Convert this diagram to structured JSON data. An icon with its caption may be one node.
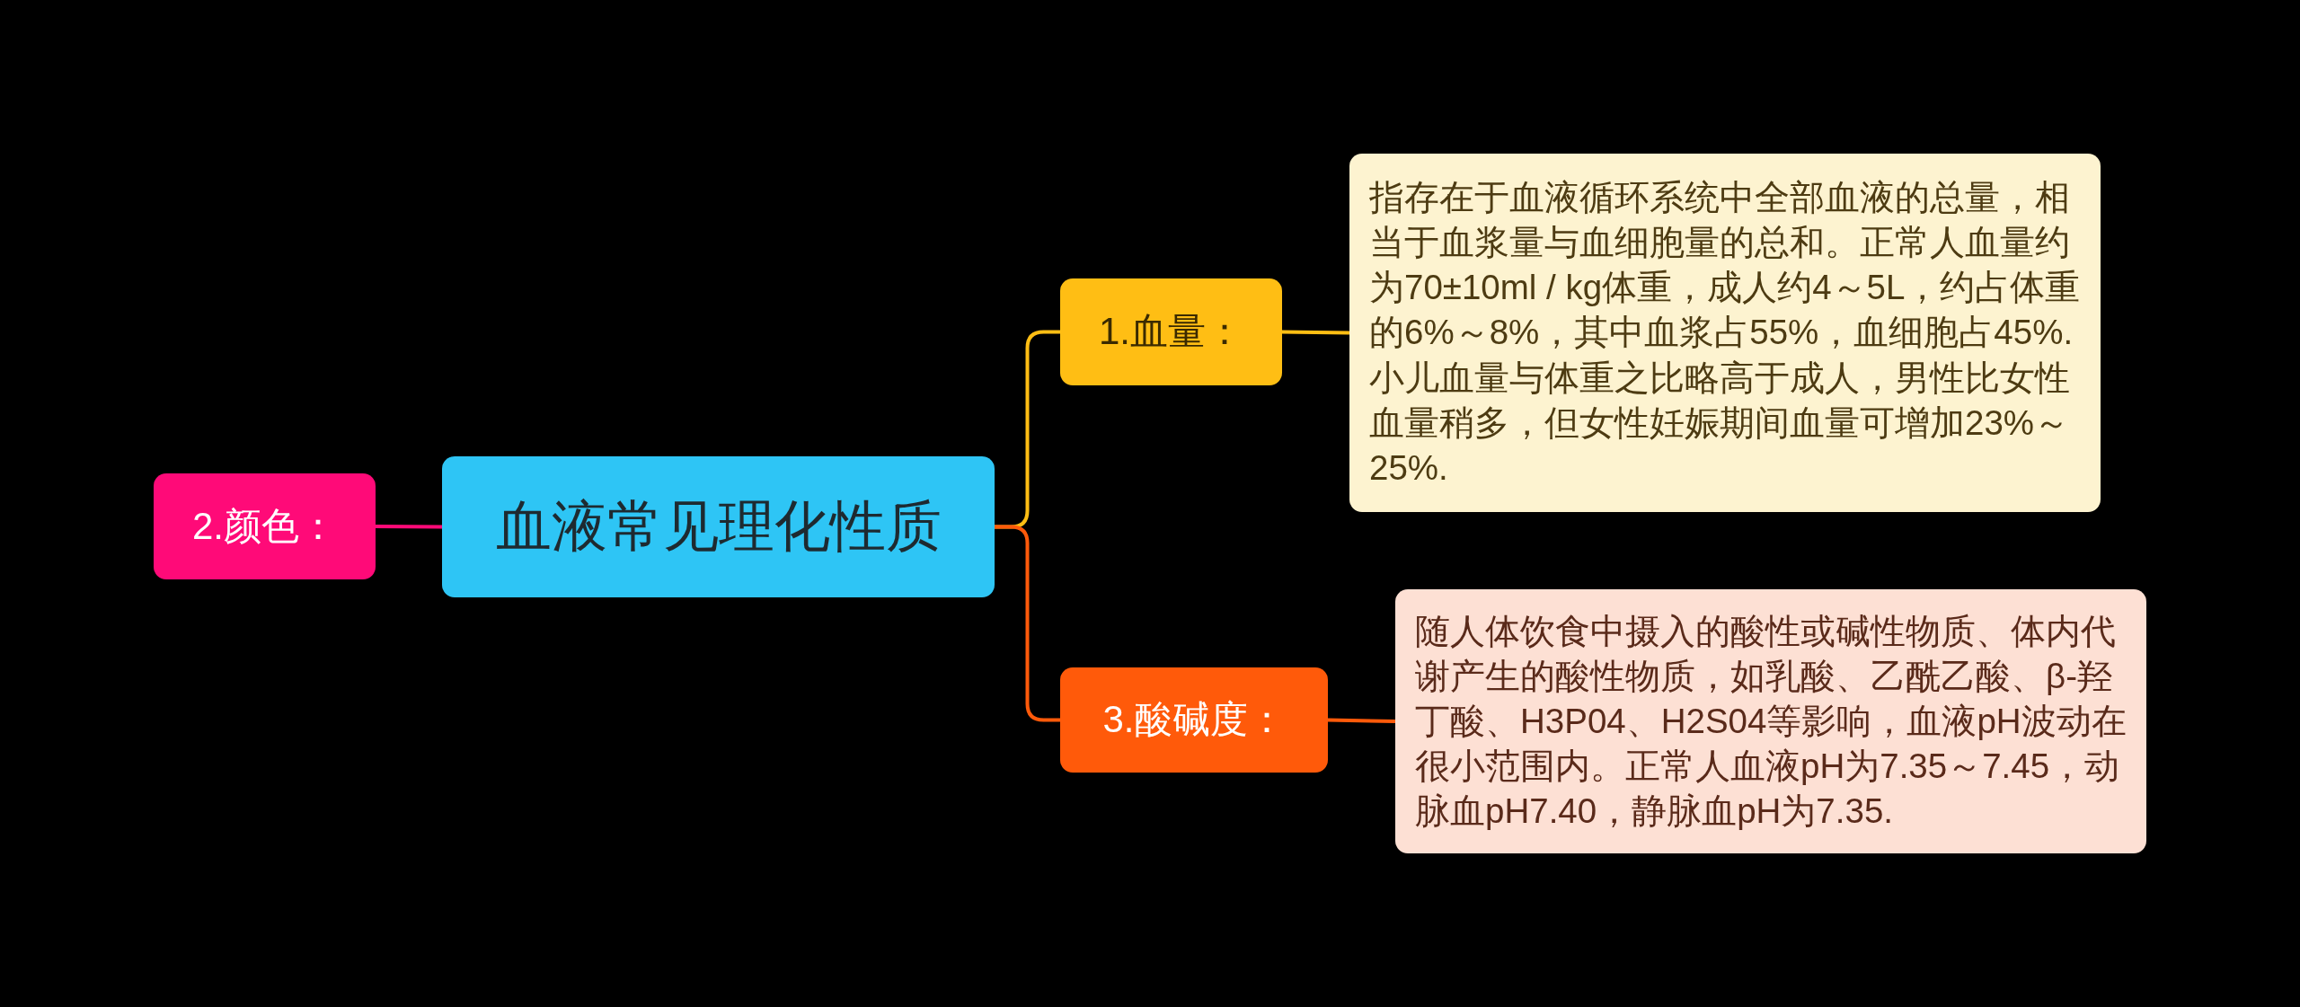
{
  "diagram": {
    "nodes": [
      {
        "text": [
          "血液常见理化性质"
        ]
      },
      {
        "text": [
          "2.颜色："
        ]
      },
      {
        "text": [
          "1.血量："
        ]
      },
      {
        "text": [
          "指存在于血液循环系统中全部血液的总量，相当于血浆量与血细胞量的总和。正常人血量约为70±10ml / kg体重，成人约4～5L，约占体重的6%～8%，其中血浆占55%，血细胞占45%.小儿血量与体重之比略高于成人，男性比女性血量稍多，但女性妊娠期间血量可增加23%～25%."
        ]
      },
      {
        "text": [
          "3.酸碱度："
        ]
      },
      {
        "text": [
          "随人体饮食中摄入的酸性或碱性物质、体内代谢产生的酸性物质，如乳酸、乙酰乙酸、β-羟丁酸、H3P04、H2S04等影响，血液pH波动在很小范围内。正常人血液pH为7.35～7.45，动脉血pH7.40，静脉血pH为7.35."
        ]
      }
    ],
    "edges": [
      {
        "from": 0,
        "to": 1,
        "arrow": "none",
        "color": "#ff0a78"
      },
      {
        "from": 0,
        "to": 2,
        "arrow": "none",
        "color": "#ffbe14"
      },
      {
        "from": 2,
        "to": 3,
        "arrow": "none",
        "color": "#ffbe14"
      },
      {
        "from": 0,
        "to": 4,
        "arrow": "none",
        "color": "#ff5a0a"
      },
      {
        "from": 4,
        "to": 5,
        "arrow": "none",
        "color": "#ff5a0a"
      }
    ]
  }
}
